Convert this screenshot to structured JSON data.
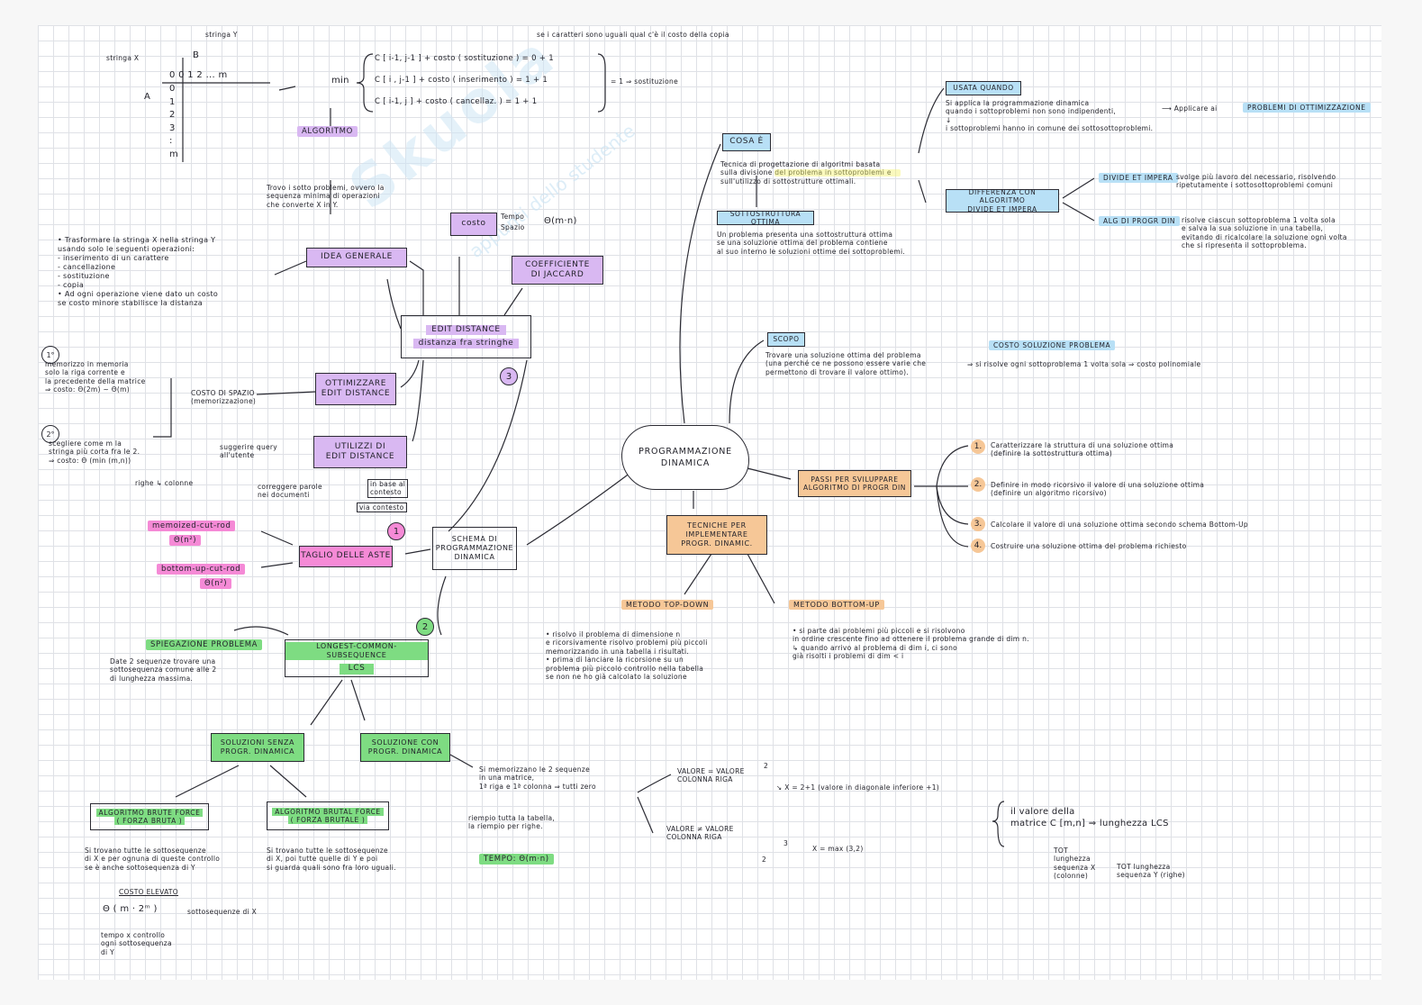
{
  "matrix": {
    "label_y": "stringa Y",
    "label_x": "stringa X",
    "b": "B",
    "a": "A",
    "row0": "0   0  1  2 ... m",
    "col0": "0\n1\n2\n3\n:\nm"
  },
  "formula": {
    "note": "se i caratteri sono uguali qual c'è il costo della copia",
    "min": "min",
    "line1": "C [ i-1, j-1 ] + costo ( sostituzione ) = 0 + 1",
    "line2": "C [ i , j-1 ] + costo ( inserimento ) = 1 + 1",
    "line3": "C [ i-1, j ] + costo ( cancellaz. ) = 1 + 1",
    "result": "= 1 ⇒ sostituzione"
  },
  "algoritmo": {
    "label": "ALGORITMO",
    "desc": "Trovo i sotto problemi, ovvero la\nsequenza minima di operazioni\nche converte X in Y."
  },
  "costo": {
    "label": "costo",
    "tempo": "Tempo",
    "spazio": "Spazio",
    "value": "Θ(m·n)"
  },
  "jaccard": {
    "line1": "COEFFICIENTE",
    "line2": "DI JACCARD"
  },
  "idea": {
    "label": "IDEA GENERALE",
    "text": "• Trasformare la stringa X nella stringa Y\n  usando solo le seguenti operazioni:\n    - inserimento di un carattere\n    - cancellazione\n    - sostituzione\n    - copia\n• Ad ogni operazione viene dato un costo\n  se costo minore stabilisce la distanza"
  },
  "edit_distance": {
    "line1": "EDIT DISTANCE",
    "line2": "distanza fra stringhe",
    "num": "3"
  },
  "ottimizzare": {
    "line1": "OTTIMIZZARE",
    "line2": "EDIT DISTANCE",
    "costo_spazio": "COSTO DI SPAZIO\n(memorizzazione)",
    "n1": "1°",
    "opt1": "memorizzo in memoria\nsolo la riga corrente e\nla precedente della matrice\n⇒ costo: Θ(2m) ~ Θ(m)",
    "n2": "2°",
    "opt2": "scegliere come m la\nstringa più corta fra le 2.\n⇒ costo: Θ (min (m,n))",
    "righe_col": "righe ↳ colonne"
  },
  "utilizzi": {
    "line1": "UTILIZZI DI",
    "line2": "EDIT DISTANCE",
    "left": "suggerire query\nall'utente",
    "bottom": "correggere parole\nnei documenti",
    "b1": "in base al\ncontesto",
    "b2": "via contesto"
  },
  "schema": {
    "line1": "SCHEMA DI",
    "line2": "PROGRAMMAZIONE",
    "line3": "DINAMICA"
  },
  "taglio": {
    "label": "TAGLIO DELLE ASTE",
    "num": "1",
    "memo": "memoized-cut-rod",
    "memo_c": "Θ(n²)",
    "bottom": "bottom-up-cut-rod",
    "bottom_c": "Θ(n²)"
  },
  "lcs": {
    "line1": "LONGEST-COMMON-SUBSEQUENCE",
    "line2": "LCS",
    "num": "2",
    "spieg": "SPIEGAZIONE PROBLEMA",
    "spieg_text": "Date 2 sequenze trovare una\nsottosequenza comune alle 2\ndi lunghezza massima."
  },
  "senza": {
    "line1": "SOLUZIONI SENZA",
    "line2": "PROGR. DINAMICA",
    "bf1": "ALGORITMO BRUTE FORCE",
    "bf1b": "( FORZA BRUTA )",
    "bf1_text": "Si trovano tutte le sottosequenze\ndi X e per ognuna di queste controllo\nse è anche sottosequenza di Y",
    "costo_el": "COSTO ELEVATO",
    "costo_val": "Θ ( m · 2ᵐ )",
    "costo_note": "sottosequenze di X",
    "costo_note2": "tempo x controllo\nogni sottosequenza\ndi Y",
    "bf2": "ALGORITMO BRUTAL FORCE",
    "bf2b": "( FORZA BRUTALE )",
    "bf2_text": "Si trovano tutte le sottosequenze\ndi X, poi tutte quelle di Y e poi\nsi guarda quali sono fra loro uguali."
  },
  "con": {
    "line1": "SOLUZIONE CON",
    "line2": "PROGR. DINAMICA",
    "text1": "Si memorizzano le 2 sequenze\nin una matrice,\n1ª riga e 1ª colonna ⇒ tutti zero",
    "text2": "riempio tutta la tabella,\nla riempio per righe.",
    "tempo": "TEMPO: Θ(m·n)",
    "eq": "VALORE = VALORE\nCOLONNA    RIGA",
    "neq": "VALORE ≠ VALORE\nCOLONNA    RIGA",
    "g1_top": "2",
    "g1": "↘ X = 2+1  (valore in diagonale inferiore +1)",
    "g2_top": "3",
    "g2_left": "2",
    "g2": "X = max (3,2)",
    "final": "il valore della\nmatrice   C [m,n]  ⇒ lunghezza LCS",
    "tot1": "TOT\nlunghezza\nsequenza X\n(colonne)",
    "tot2": "TOT lunghezza\nsequenza Y (righe)"
  },
  "center": {
    "line1": "PROGRAMMAZIONE",
    "line2": "DINAMICA"
  },
  "cosa": {
    "label": "COSA È",
    "text": "Tecnica di progettazione di algoritmi basata\nsulla divisione del problema in sottoproblemi e\nsull'utilizzo di sottostrutture ottimali.",
    "sott": "SOTTOSTRUTTURA OTTIMA",
    "sott_text": "Un problema presenta una sottostruttura ottima\nse una soluzione ottima del problema contiene\nal suo interno le soluzioni ottime dei sottoproblemi.",
    "usata": "USATA QUANDO",
    "usata_text": "Si applica la programmazione dinamica\nquando i sottoproblemi non sono indipendenti,\n↓\ni sottoproblemi hanno in comune dei sottosottoproblemi.",
    "applicare": "⟶ Applicare ai",
    "probl": "PROBLEMI DI OTTIMIZZAZIONE",
    "diff": "DIFFERENZA CON ALGORITMO\nDIVIDE ET IMPERA",
    "div": "DIVIDE ET IMPERA",
    "div_text": "svolge più lavoro del necessario, risolvendo\nripetutamente i sottosottoproblemi comuni",
    "alg": "ALG DI PROGR DIN",
    "alg_text": "risolve ciascun sottoproblema 1 volta sola\ne salva la sua soluzione in una tabella,\nevitando di ricalcolare la soluzione ogni volta\nche si ripresenta il sottoproblema."
  },
  "scopo": {
    "label": "SCOPO",
    "text": "Trovare una soluzione ottima del problema\n(una perché ce ne possono essere varie che\npermettono di trovare il valore ottimo).",
    "costo": "COSTO SOLUZIONE PROBLEMA",
    "costo_text": "⇒ si risolve ogni sottoproblema 1 volta sola ⇒ costo polinomiale"
  },
  "passi": {
    "label": "PASSI PER SVILUPPARE\nALGORITMO DI PROGR DIN",
    "items": [
      {
        "n": "1.",
        "text": "Caratterizzare la struttura di una soluzione ottima\n(definire la sottostruttura ottima)"
      },
      {
        "n": "2.",
        "text": "Definire in modo ricorsivo il valore di una soluzione ottima\n(definire un algoritmo ricorsivo)"
      },
      {
        "n": "3.",
        "text": "Calcolare il valore di una soluzione ottima secondo schema Bottom-Up"
      },
      {
        "n": "4.",
        "text": "Costruire una soluzione ottima del problema richiesto"
      }
    ]
  },
  "tecniche": {
    "label": "TECNICHE PER\nIMPLEMENTARE\nPROGR. DINAMIC.",
    "top": "METODO TOP-DOWN",
    "top_text": "• risolvo il problema di dimensione n\n  e ricorsivamente risolvo problemi più piccoli\n  memorizzando in una tabella i risultati.\n• prima di lanciare la ricorsione su un\n  problema più piccolo controllo nella tabella\n  se non ne ho già calcolato la soluzione",
    "bot": "METODO BOTTOM-UP",
    "bot_text": "• si parte dai problemi più piccoli e si risolvono\n  in ordine crescente fino ad ottenere il problema grande di dim n.\n  ↳ quando arrivo al problema di dim i, ci sono\n     già risolti i problemi di dim < i"
  },
  "watermark": {
    "big": "Skuola",
    "small": "appunti dello studente"
  },
  "colors": {
    "purple": "#d9b8f2",
    "blue": "#b8e0f6",
    "green": "#7edc82",
    "orange": "#f6c797",
    "pink": "#f58ad6",
    "yellow": "#f4f16c"
  }
}
